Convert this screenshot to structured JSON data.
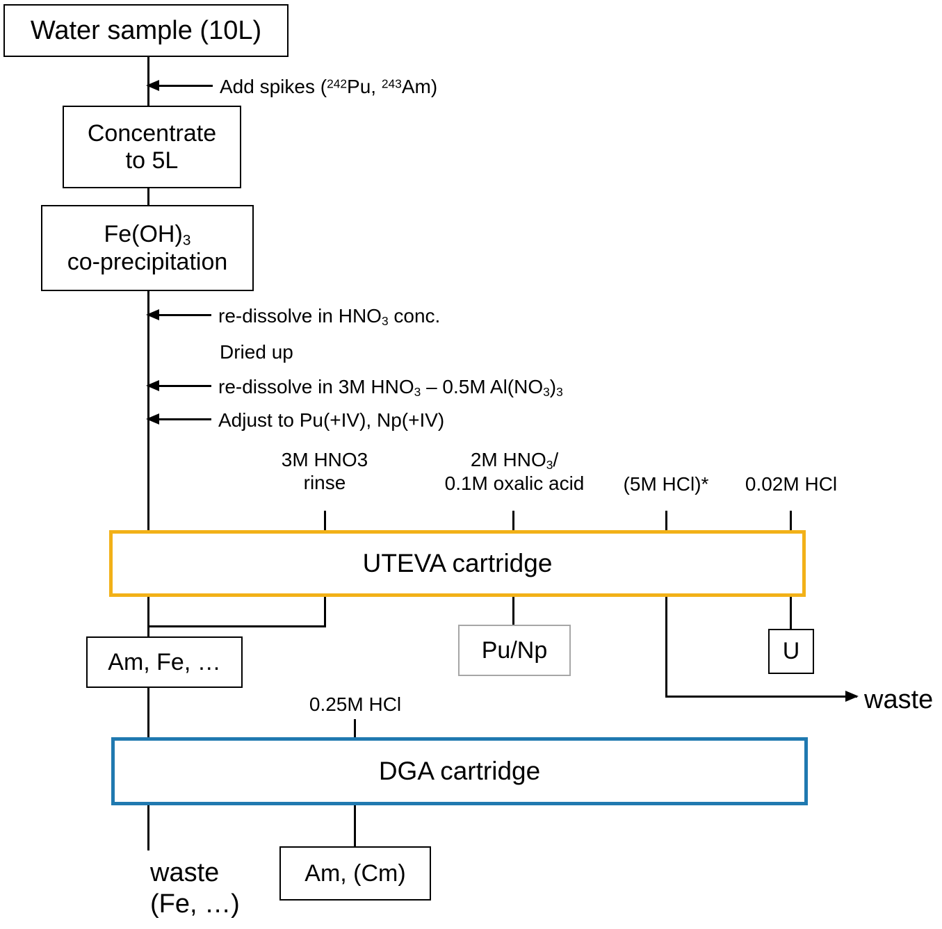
{
  "diagram": {
    "title": "Radiochemical separation flowchart for water samples",
    "colors": {
      "uteva_border": "#f2b118",
      "dga_border": "#2079b0",
      "punp_border": "#a6a6a6",
      "line": "#000000",
      "background": "#ffffff"
    },
    "boxes": {
      "water_sample": "Water sample (10L)",
      "concentrate": "Concentrate\nto 5L",
      "concentrate_line1": "Concentrate",
      "concentrate_line2": "to 5L",
      "feoh3_line1_pre": "Fe(OH)",
      "feoh3_line1_sub": "3",
      "feoh3_line2": "co-precipitation",
      "uteva": "UTEVA cartridge",
      "am_fe": "Am, Fe, …",
      "pu_np": "Pu/Np",
      "uranium": "U",
      "dga": "DGA cartridge",
      "am_cm": "Am, (Cm)"
    },
    "step_labels": {
      "add_spikes_pre": "Add spikes (",
      "add_spikes_sup1": "242",
      "add_spikes_mid1": "Pu, ",
      "add_spikes_sup2": "243",
      "add_spikes_end": "Am)",
      "redissolve_hno3_pre": "re-dissolve in HNO",
      "redissolve_hno3_sub": "3",
      "redissolve_hno3_end": " conc.",
      "dried_up": "Dried up",
      "redissolve_al_pre": "re-dissolve in 3M HNO",
      "redissolve_al_sub1": "3",
      "redissolve_al_mid": " – 0.5M Al(NO",
      "redissolve_al_sub2": "3",
      "redissolve_al_mid2": ")",
      "redissolve_al_sub3": "3",
      "adjust_ox": "Adjust to Pu(+IV), Np(+IV)"
    },
    "uteva_reagents": [
      {
        "line1": "3M HNO3",
        "line2": "rinse"
      },
      {
        "line1_pre": "2M HNO",
        "line1_sub": "3",
        "line1_post": "/",
        "line2": "0.1M oxalic acid"
      },
      {
        "line2": "(5M HCl)*"
      },
      {
        "line2": "0.02M HCl"
      }
    ],
    "reagent_1_line1": "3M HNO3",
    "reagent_1_line2": "rinse",
    "reagent_2_line1_pre": "2M HNO",
    "reagent_2_line1_sub": "3",
    "reagent_2_line1_post": "/",
    "reagent_2_line2": "0.1M oxalic acid",
    "reagent_3": "(5M HCl)*",
    "reagent_4": "0.02M HCl",
    "dga_reagent": "0.25M HCl",
    "outputs": {
      "waste_right": "waste",
      "waste_bottom_line1": "waste",
      "waste_bottom_line2": "(Fe, …)"
    }
  }
}
